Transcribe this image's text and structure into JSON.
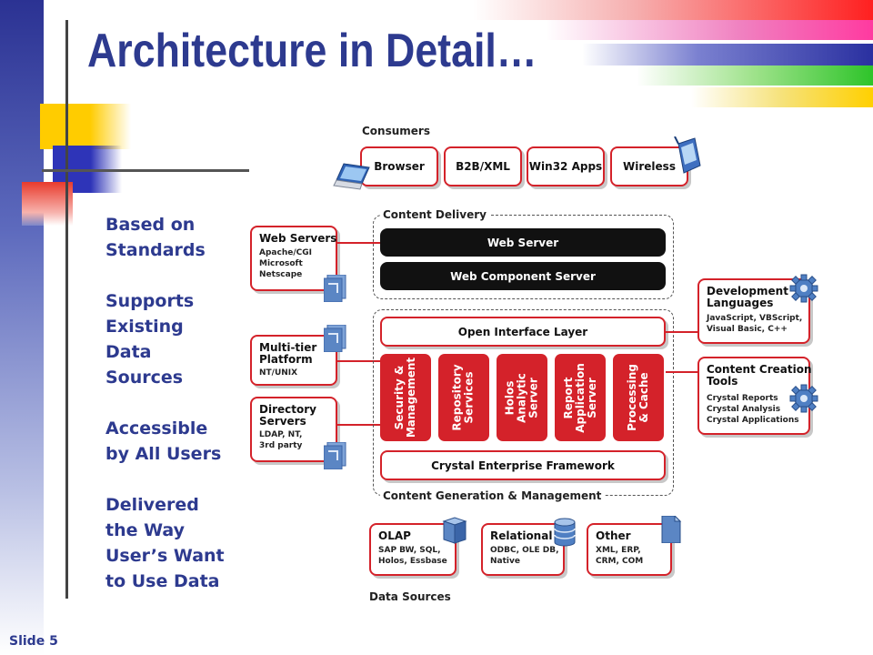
{
  "slide": {
    "title": "Architecture in Detail…",
    "number_label": "Slide 5",
    "accent_color": "#2d3a8f"
  },
  "bullets": [
    {
      "lines": [
        "Based on",
        "Standards"
      ]
    },
    {
      "lines": [
        "Supports",
        "Existing",
        "Data",
        "Sources"
      ]
    },
    {
      "lines": [
        "Accessible",
        "by All Users"
      ]
    },
    {
      "lines": [
        "Delivered",
        "the Way",
        "User’s Want",
        "to Use Data"
      ]
    }
  ],
  "diagram": {
    "consumers": {
      "label": "Consumers",
      "items": [
        "Browser",
        "B2B/XML",
        "Win32 Apps",
        "Wireless"
      ]
    },
    "content_delivery": {
      "label": "Content Delivery",
      "bars": [
        "Web Server",
        "Web Component Server"
      ]
    },
    "web_servers": {
      "title": "Web Servers",
      "details": "Apache/CGI\nMicrosoft\nNetscape"
    },
    "multitier": {
      "title": "Multi-tier\nPlatform",
      "details": "NT/UNIX"
    },
    "directory": {
      "title": "Directory\nServers",
      "details": "LDAP, NT,\n3rd party"
    },
    "dev_languages": {
      "title": "Development\nLanguages",
      "details": "JavaScript, VBScript,\nVisual Basic, C++"
    },
    "content_creation": {
      "title": "Content Creation\nTools",
      "details": "Crystal Reports\nCrystal Analysis\nCrystal Applications"
    },
    "content_generation": {
      "label": "Content Generation & Management",
      "interface_layer": "Open Interface Layer",
      "columns": [
        "Security &\nManagement",
        "Repository\nServices",
        "Holos\nAnalytic\nServer",
        "Report\nApplication\nServer",
        "Processing\n& Cache"
      ],
      "framework": "Crystal Enterprise Framework"
    },
    "data_sources": {
      "label": "Data Sources",
      "items": [
        {
          "title": "OLAP",
          "details": "SAP BW, SQL,\nHolos, Essbase"
        },
        {
          "title": "Relational",
          "details": "ODBC, OLE DB,\nNative"
        },
        {
          "title": "Other",
          "details": "XML, ERP,\nCRM, COM"
        }
      ]
    },
    "colors": {
      "red": "#d4222a",
      "black": "#111111",
      "icon_blue": "#5b86c4"
    },
    "icons": [
      "laptop-icon",
      "pda-icon",
      "document-icon",
      "gear-icon",
      "cube-icon",
      "database-icon"
    ]
  }
}
